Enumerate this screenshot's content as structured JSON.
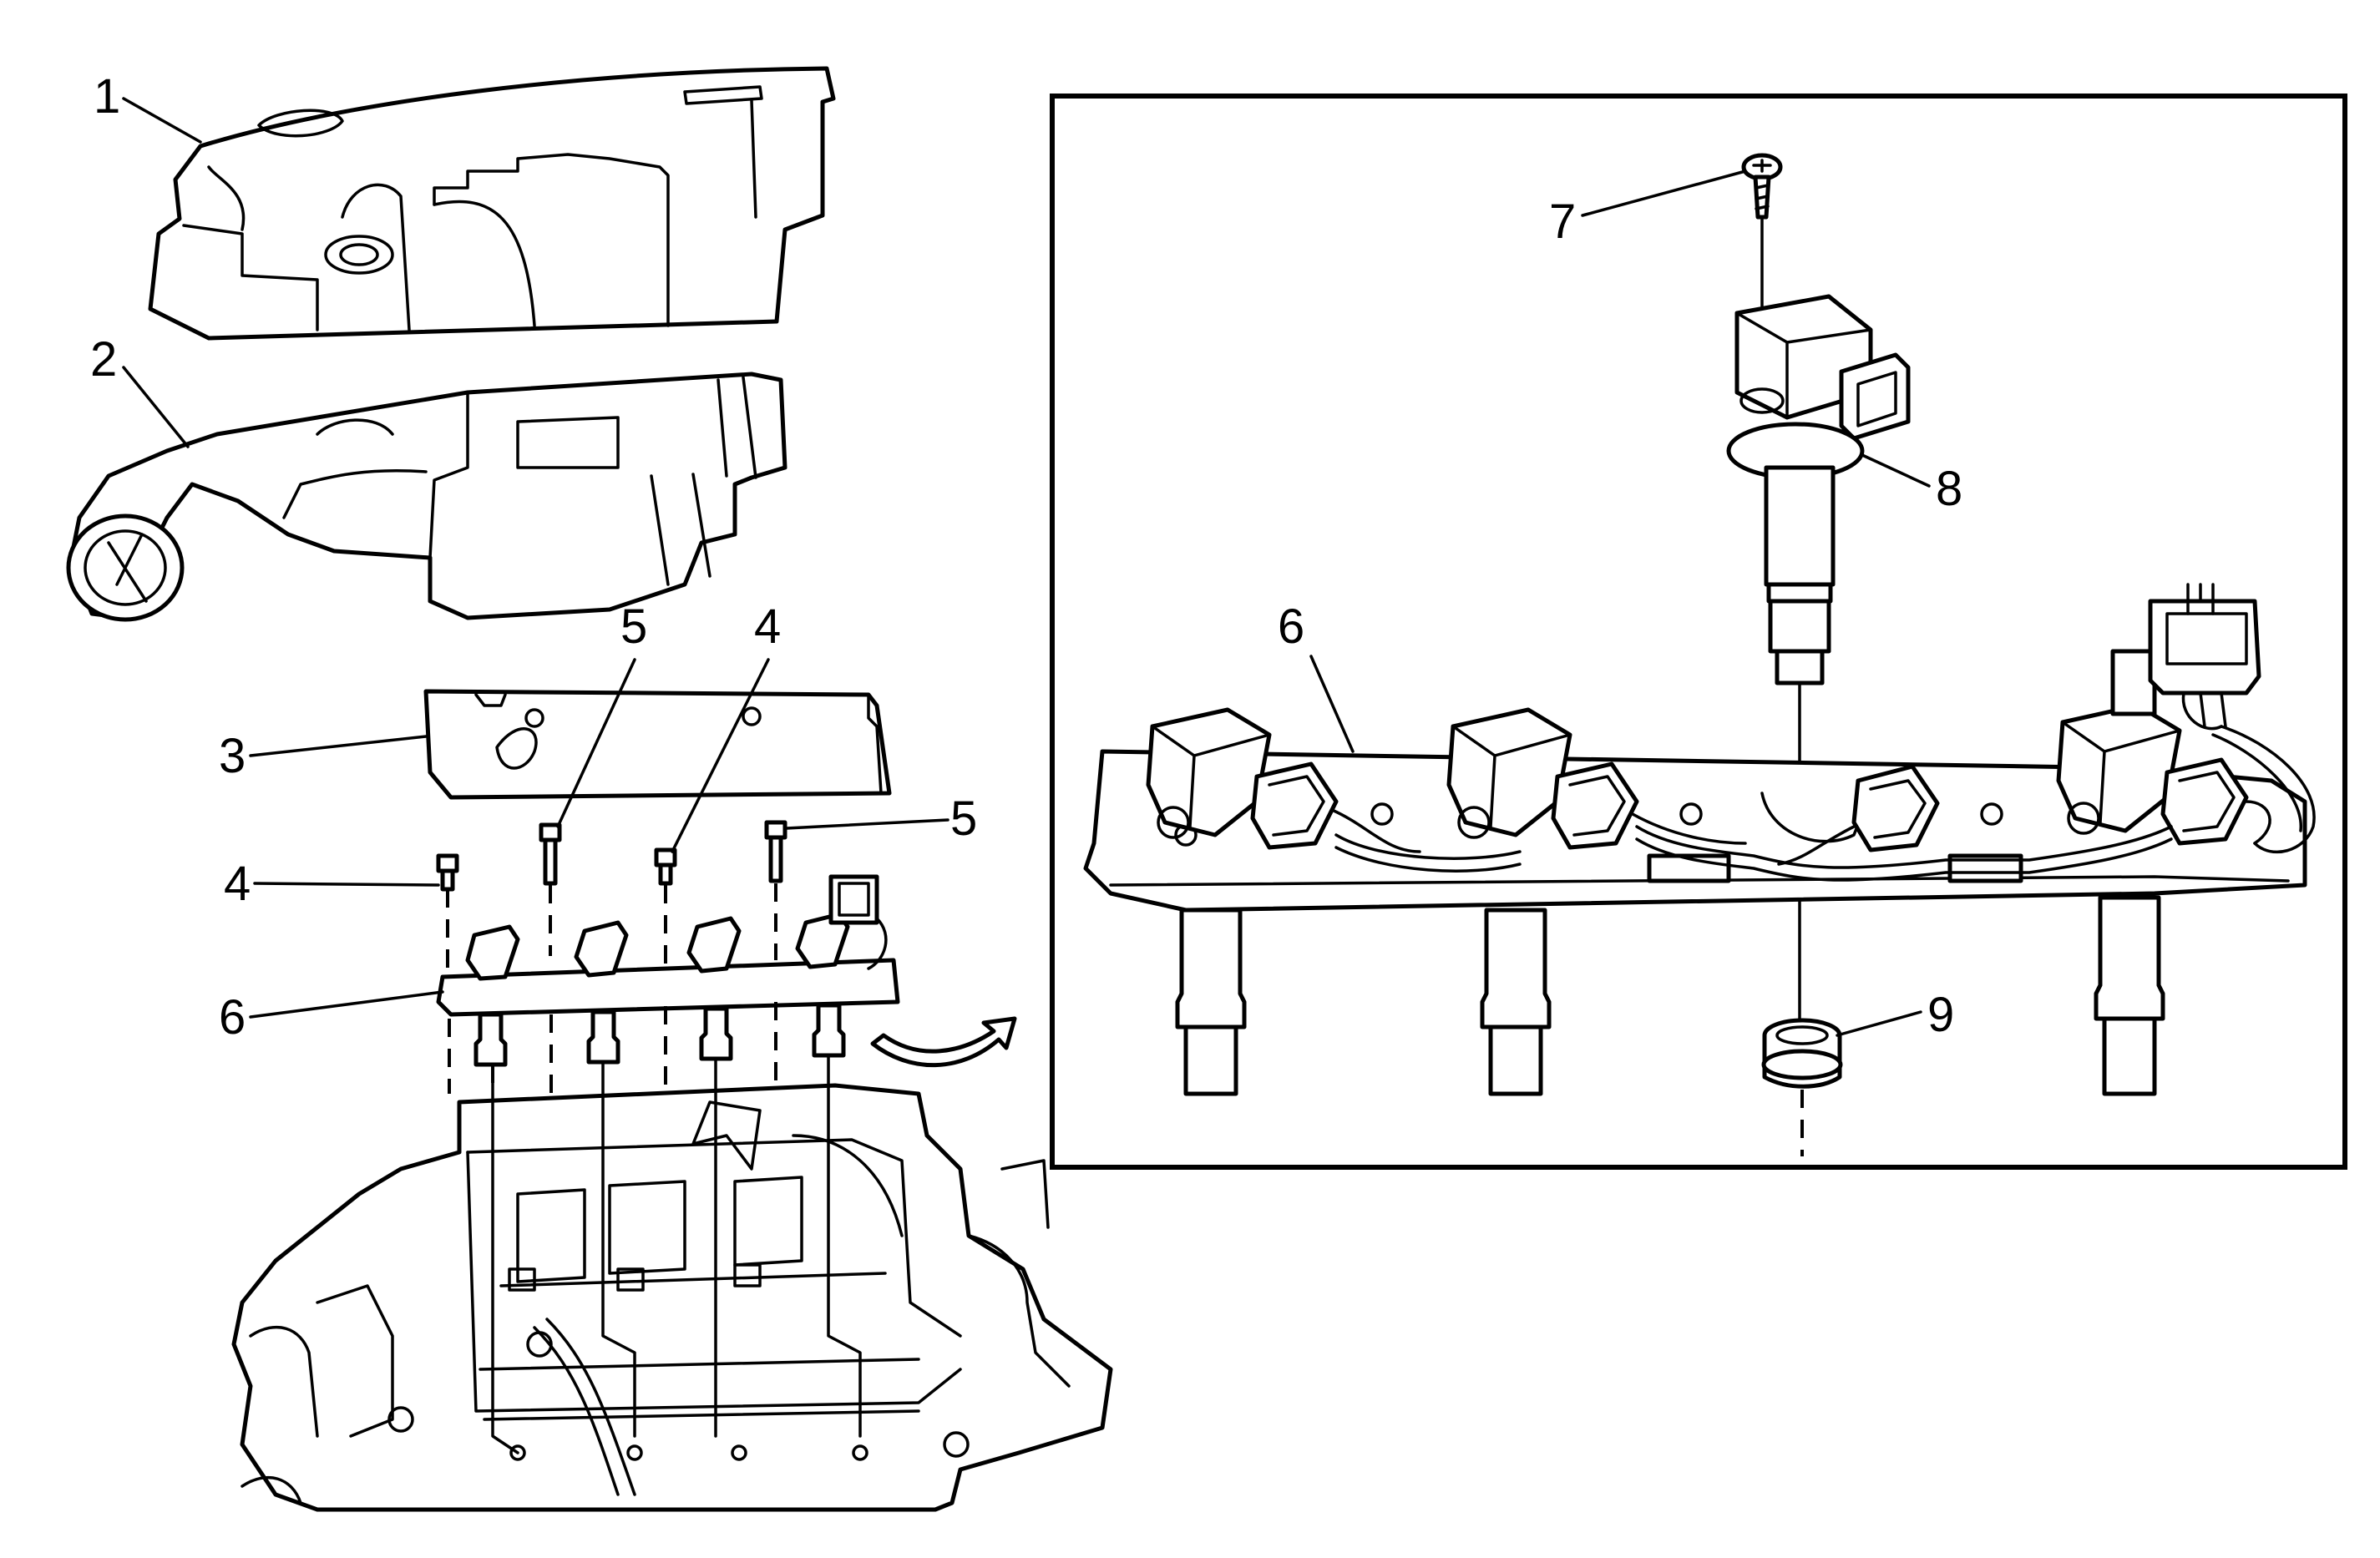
{
  "callouts": {
    "c1": "1",
    "c2": "2",
    "c3": "3",
    "c4a": "4",
    "c4b": "4",
    "c5a": "5",
    "c5b": "5",
    "c6a": "6",
    "c6b": "6",
    "c7": "7",
    "c8": "8",
    "c9": "9"
  }
}
